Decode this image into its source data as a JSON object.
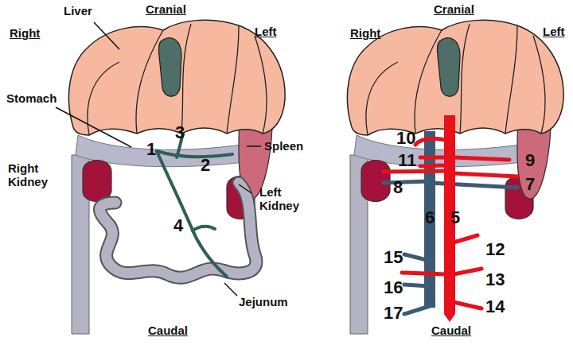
{
  "diagram": {
    "labels": [
      "Cranial",
      "Right",
      "Left",
      "Liver",
      "Stomach",
      "Spleen",
      "Right Kidney",
      "Left Kidney",
      "Jejunum",
      "Caudal",
      "1",
      "2",
      "3",
      "4",
      "Cranial",
      "Right",
      "Left",
      "10",
      "11",
      "9",
      "8",
      "7",
      "6",
      "5",
      "15",
      "12",
      "16",
      "13",
      "17",
      "14",
      "Caudal"
    ]
  }
}
